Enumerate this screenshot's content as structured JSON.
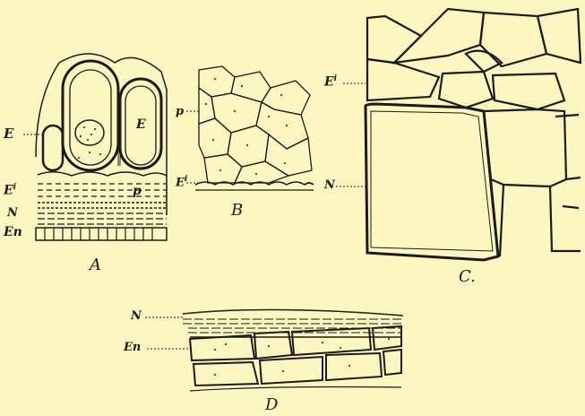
{
  "panels": {
    "A": {
      "caption": "A",
      "labels": {
        "E_left": "E",
        "E_cell": "E",
        "Ei": "Ei",
        "p": "p",
        "N": "N",
        "En": "En"
      }
    },
    "B": {
      "caption": "B",
      "labels": {
        "p": "p",
        "Ei": "Ei"
      }
    },
    "C": {
      "caption": "C.",
      "labels": {
        "Ei": "Ei",
        "N": "N"
      }
    },
    "D": {
      "caption": "D",
      "labels": {
        "N": "N",
        "En": "En"
      }
    }
  },
  "colors": {
    "background": "#fcf6c0",
    "ink": "#1a1a1a"
  }
}
